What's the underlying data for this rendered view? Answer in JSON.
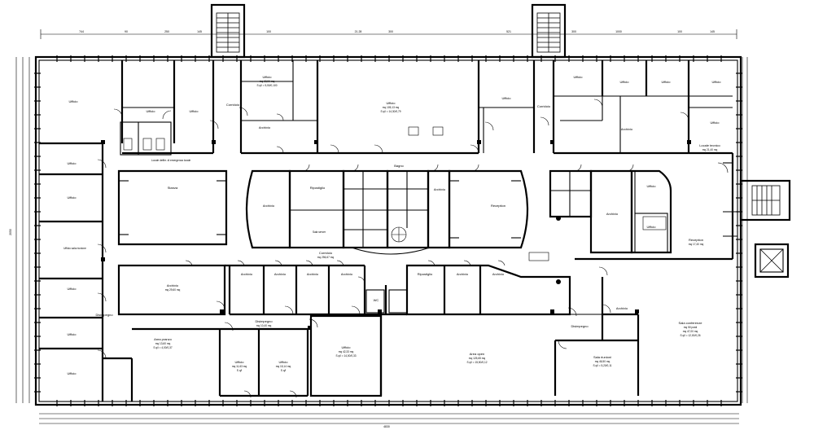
{
  "plan": {
    "dimensions": {
      "top_overall": "21.28",
      "bottom_overall": "4830",
      "left_overall": "2050",
      "top_segments": [
        "744",
        "90",
        "250",
        "145",
        "100",
        "300",
        "521",
        "300",
        "1000",
        "100",
        "145"
      ]
    },
    "rooms": [
      {
        "id": "lab-nw",
        "label": "Ufficio"
      },
      {
        "id": "office-a",
        "label": "Ufficio"
      },
      {
        "id": "office-b",
        "label": "Ufficio"
      },
      {
        "id": "corridor-n",
        "label": "Corridoio"
      },
      {
        "id": "office-c",
        "label": "Ufficio",
        "area": "mq 23,90 mq",
        "sub": "S q/l = 5,50/0,100"
      },
      {
        "id": "antibagno",
        "label": "Archivio"
      },
      {
        "id": "office-big-n",
        "label": "Ufficio",
        "area": "mq 105,13 mq",
        "sub": "S q/l = 14,30/0,79"
      },
      {
        "id": "office-d",
        "label": "Ufficio"
      },
      {
        "id": "corridor-ne",
        "label": "Corridoio"
      },
      {
        "id": "office-e",
        "label": "Ufficio"
      },
      {
        "id": "office-f",
        "label": "Ufficio"
      },
      {
        "id": "office-g",
        "label": "Ufficio"
      },
      {
        "id": "office-h",
        "label": "Ufficio"
      },
      {
        "id": "archivio-ne",
        "label": "Archivio"
      },
      {
        "id": "office-i",
        "label": "Ufficio"
      },
      {
        "id": "locale-tecnico",
        "label": "Locale tecnico",
        "area": "mq 21,40 mq"
      },
      {
        "id": "locale-defibr",
        "label": "Locale defibr. di emergenza locale"
      },
      {
        "id": "office-w1",
        "label": "Ufficio"
      },
      {
        "id": "office-w2",
        "label": "Ufficio"
      },
      {
        "id": "office-w3",
        "label": "Ufficio sala riunione"
      },
      {
        "id": "office-w4",
        "label": "Ufficio"
      },
      {
        "id": "office-w5",
        "label": "Ufficio"
      },
      {
        "id": "office-w6",
        "label": "Ufficio"
      },
      {
        "id": "stanza",
        "label": "Stanza"
      },
      {
        "id": "archivio-c1",
        "label": "Archivio"
      },
      {
        "id": "ripostiglio-c",
        "label": "Ripostiglio"
      },
      {
        "id": "sala-server",
        "label": "Sala server"
      },
      {
        "id": "bagni",
        "label": "Bagno"
      },
      {
        "id": "archivio-c2",
        "label": "Archivio"
      },
      {
        "id": "reception",
        "label": "Reception"
      },
      {
        "id": "archivio-e",
        "label": "Archivio"
      },
      {
        "id": "ufficio-e2",
        "label": "Ufficio"
      },
      {
        "id": "ufficio-e3",
        "label": "Ufficio"
      },
      {
        "id": "reception-e",
        "label": "Reception",
        "area": "mq 17,40 mq"
      },
      {
        "id": "corridoio-c",
        "label": "Corridoio",
        "area": "mq 256,67 mq"
      },
      {
        "id": "archivio-s1",
        "label": "Archivio",
        "area": "mq 29,60 mq"
      },
      {
        "id": "archivio-s2",
        "label": "Archivio"
      },
      {
        "id": "archivio-s3",
        "label": "Archivio"
      },
      {
        "id": "archivio-s4",
        "label": "Archivio"
      },
      {
        "id": "archivio-s5",
        "label": "Archivio"
      },
      {
        "id": "ripostiglio-s",
        "label": "Ripostiglio"
      },
      {
        "id": "archivio-s6",
        "label": "Archivio"
      },
      {
        "id": "archivio-s7",
        "label": "Archivio"
      },
      {
        "id": "disimpegno-s",
        "label": "Disimpegno",
        "area": "mq 10,40 mq"
      },
      {
        "id": "disimpegno-e",
        "label": "Disimpegno"
      },
      {
        "id": "wc",
        "label": "WC"
      },
      {
        "id": "area-pranzo",
        "label": "Area pranzo",
        "area": "mq 13,60 mq",
        "sub": "S q/l = 4,00/0,37"
      },
      {
        "id": "ufficio-s1",
        "label": "Ufficio",
        "area": "mq 11,63 mq",
        "sub": "S q/l"
      },
      {
        "id": "ufficio-s2",
        "label": "Ufficio",
        "area": "mq 15,14 mq",
        "sub": "S q/l"
      },
      {
        "id": "ufficio-s3",
        "label": "Ufficio",
        "area": "mq 42,33 mq",
        "sub": "S q/l = 14,00/0,33"
      },
      {
        "id": "area-open",
        "label": "Area open",
        "area": "mq 125,65 mq",
        "sub": "S q/l = 15,50/0,12"
      },
      {
        "id": "sala-riunioni",
        "label": "Sala riunioni",
        "area": "mq 46,50 mq",
        "sub": "S q/l = 5,20/0,11"
      },
      {
        "id": "sala-conferenze",
        "label": "Sala conferenze",
        "area": "mq 50 posti",
        "sub": "mq 47,00 mq",
        "sub2": "S q/l = 12,00/0,26"
      },
      {
        "id": "disimpegno-se",
        "label": "Disimpegno"
      },
      {
        "id": "archivio-se",
        "label": "Archivio"
      }
    ]
  }
}
